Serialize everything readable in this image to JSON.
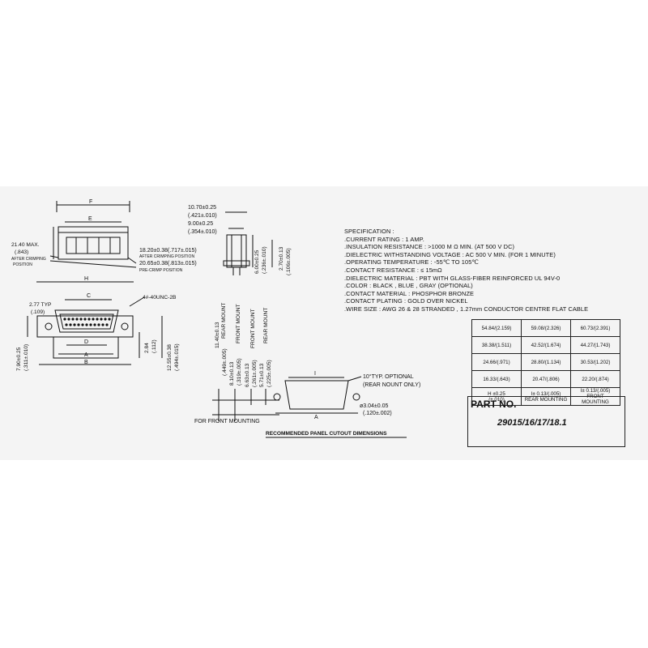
{
  "dims": {
    "f": "F",
    "e": "E",
    "h": "H",
    "c": "C",
    "d": "D",
    "a": "A",
    "b": "B",
    "i": "I",
    "a2": "A",
    "max_2140": "21.40 MAX.",
    "max_843": "(.843)",
    "after_crimping_left": "AFTER CRIMPING",
    "position_left": "POSITION",
    "d1820": "18.20±0.38(.717±.015)",
    "after_crimping": "AFTER CRIMPING POSITION",
    "d2065": "20.65±0.38(.813±.015)",
    "pre_crimp": "PRE-CRIMP POSITION",
    "d1070": "10.70±0.25",
    "d421": "(.421±.010)",
    "d900": "9.00±0.25",
    "d354": "(.354±.010)",
    "d600": "6.00±0.25",
    "d236": "(.236±.010)",
    "d270": "2.70±0.13",
    "d106": "(.106±.005)",
    "d277": "2.77 TYP",
    "d109": "(.109)",
    "thread": "4#-40UNC-2B",
    "d790": "7.90±0.25",
    "d311": "(.311±.010)",
    "d284": "2.84",
    "d112": "(.112)",
    "d1255": "12.55±0.38",
    "d494": "(.494±.015)",
    "d1140": "11.40±0.13",
    "d449": "(.449±.005)",
    "d810": "8.10±0.13",
    "d319": "(.319±.005)",
    "d655": "6.63±0.13",
    "d261": "(.261±.005)",
    "d571": "5.71±0.13",
    "d225": "(.225±.005)",
    "rear_mount": "REAR MOUNT",
    "front_mount": "FRONT MOUNT",
    "for_front_mounting": "FOR FRONT MOUNTING",
    "typ10": "10°TYP. OPTIONAL",
    "rear_nount_only": "(REAR NOUNT ONLY)",
    "d304": "ø3.04±0.05",
    "d120": "(.120±.002)",
    "cutout_title": "RECOMMENDED PANEL CUTOUT DIMENSIONS"
  },
  "specification": {
    "heading": "SPECIFICATION :",
    "lines": [
      ".CURRENT RATING : 1 AMP.",
      ".INSULATION RESISTANCE : >1000 M Ω MIN. (AT 500 V DC)",
      ".DIELECTRIC WITHSTANDING VOLTAGE : AC 500 V MIN. (FOR 1 MINUTE)",
      ".OPERATING TEMPERATURE : -55℃ TO 105℃",
      ".CONTACT RESISTANCE : ≤ 15mΩ",
      ".DIELECTRIC MATERIAL : PBT WITH GLASS-FIBER REINFORCED UL 94V-0",
      ".COLOR : BLACK , BLUE , GRAY (OPTIONAL)",
      ".CONTACT MATERIAL : PHOSPHOR BRONZE",
      ".CONTACT PLATING : GOLD OVER NICKEL",
      ".WIRE SIZE : AWG 26 & 28 STRANDED , 1.27mm CONDUCTOR CENTRE FLAT CABLE"
    ]
  },
  "table": {
    "rows": [
      [
        "54.84/(2.159)",
        "59.08/(2.326)",
        "60.73/(2.391)"
      ],
      [
        "38.38/(1.511)",
        "42.52/(1.674)",
        "44.27/(1.743)"
      ],
      [
        "24.66/(.971)",
        "28.80/(1.134)",
        "30.53/(1.202)"
      ],
      [
        "16.33/(.643)",
        "20.47/(.806)",
        "22.20/(.874)"
      ]
    ],
    "h_label": "H",
    "h_tol": "±0.25",
    "h_tol_inch": "(±.010)",
    "rear_tol": "I± 0.13/(.005)",
    "rear_label": "REAR MOUNTING",
    "front_tol": "I± 0.13/(.005)",
    "front_label": "FRONT MOUNTING"
  },
  "part": {
    "label": "PART NO.",
    "number": "29015/16/17/18.1"
  }
}
